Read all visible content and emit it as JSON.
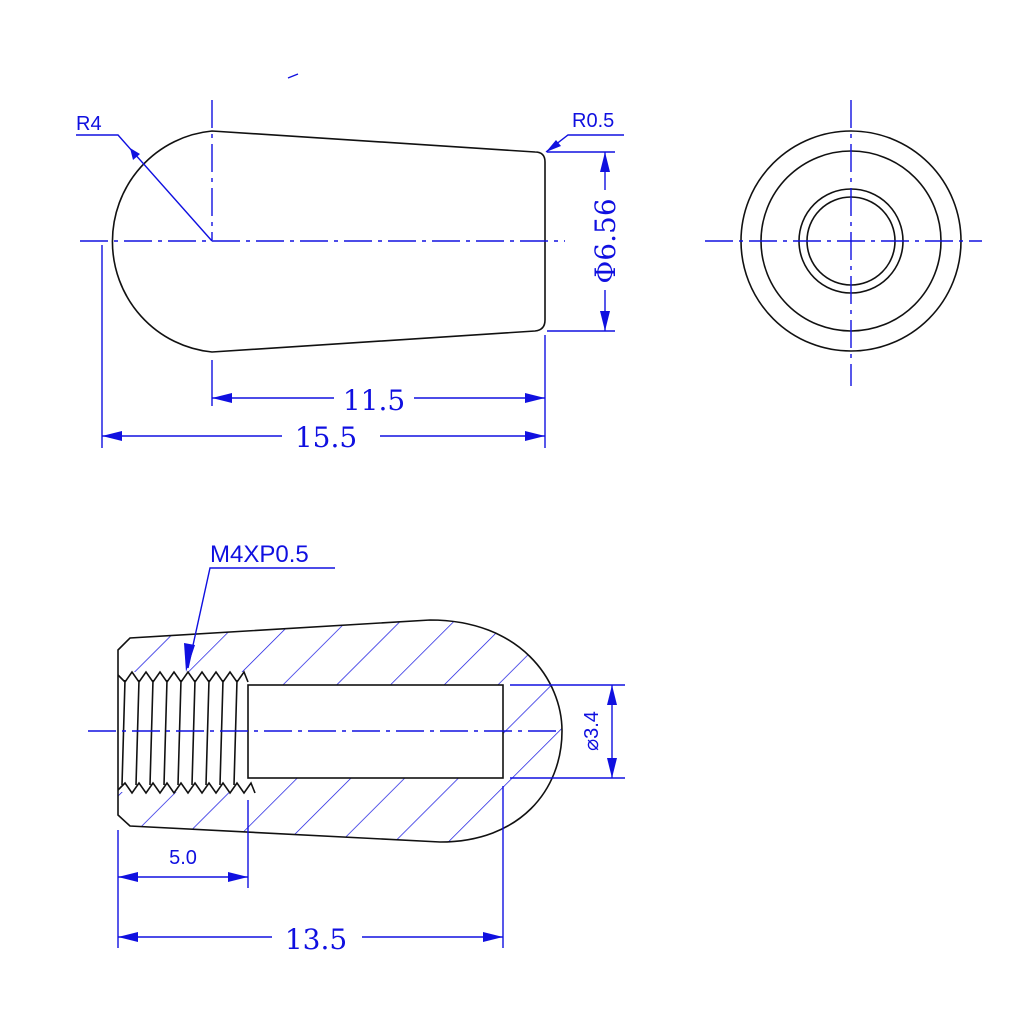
{
  "colors": {
    "dimension": "#1010e0",
    "outline": "#111111"
  },
  "top_view": {
    "radius_label": "R4",
    "fillet_label": "R0.5",
    "diameter_label": "Φ6.56",
    "length_inner_label": "11.5",
    "length_total_label": "15.5"
  },
  "section_view": {
    "thread_label": "M4XP0.5",
    "bore_diameter_label": "⌀3.4",
    "thread_depth_label": "5.0",
    "bore_depth_label": "13.5"
  }
}
